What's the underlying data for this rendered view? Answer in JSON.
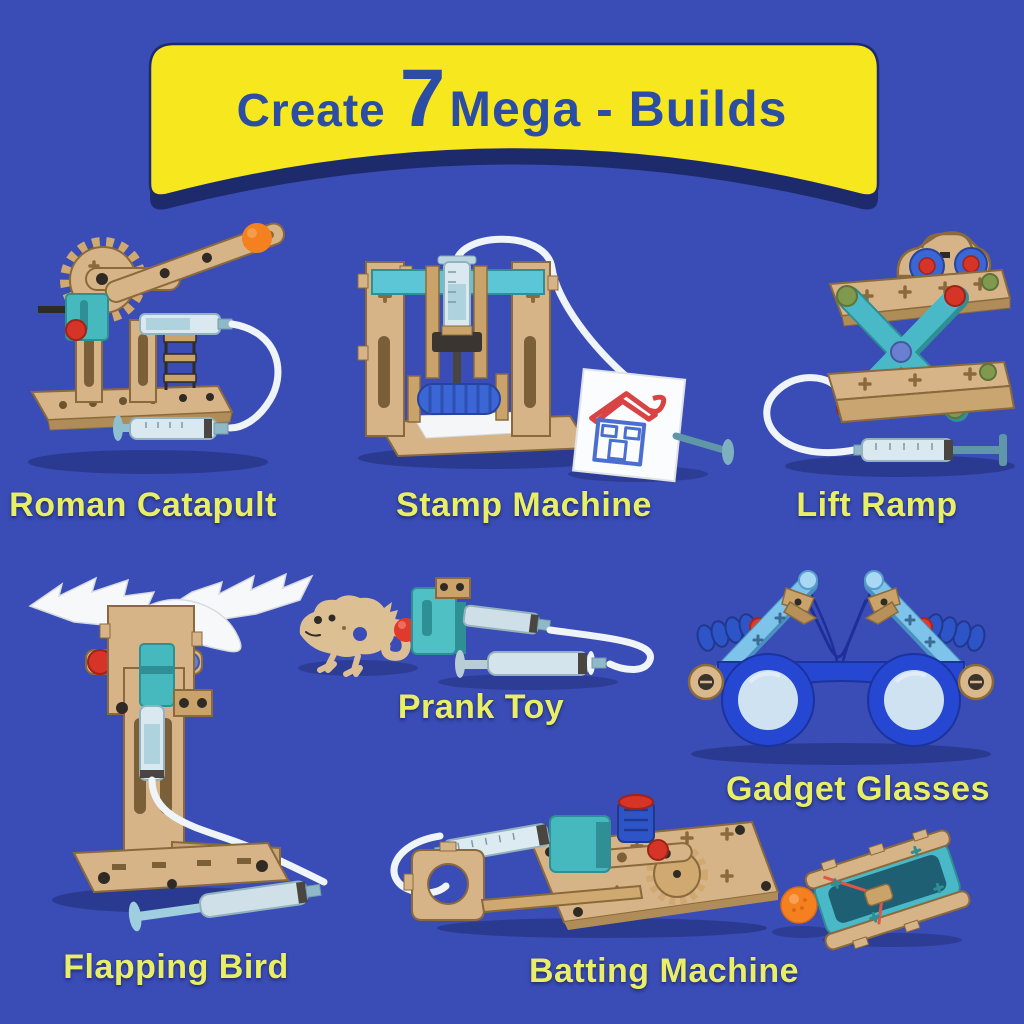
{
  "page": {
    "background_color": "#3a4cb5",
    "type": "product-poster"
  },
  "banner": {
    "title_prefix": "Create",
    "title_number": "7",
    "title_suffix": "Mega - Builds",
    "background_color": "#f7e71f",
    "text_color": "#2b4da3",
    "shadow_color": "#1d2b6d"
  },
  "label_color": "#e9ee67",
  "builds": [
    {
      "label": "Roman Catapult"
    },
    {
      "label": "Stamp Machine"
    },
    {
      "label": "Lift Ramp"
    },
    {
      "label": "Flapping Bird"
    },
    {
      "label": "Prank Toy"
    },
    {
      "label": "Gadget Glasses"
    },
    {
      "label": "Batting Machine"
    }
  ],
  "palette": {
    "wood": "#d7b488",
    "teal": "#46b9be",
    "frame_blue": "#2e55c8",
    "syringe": "#d9e9ef",
    "tube": "#eef4f8",
    "ball_orange": "#f5801f",
    "knob_red": "#d63426"
  }
}
